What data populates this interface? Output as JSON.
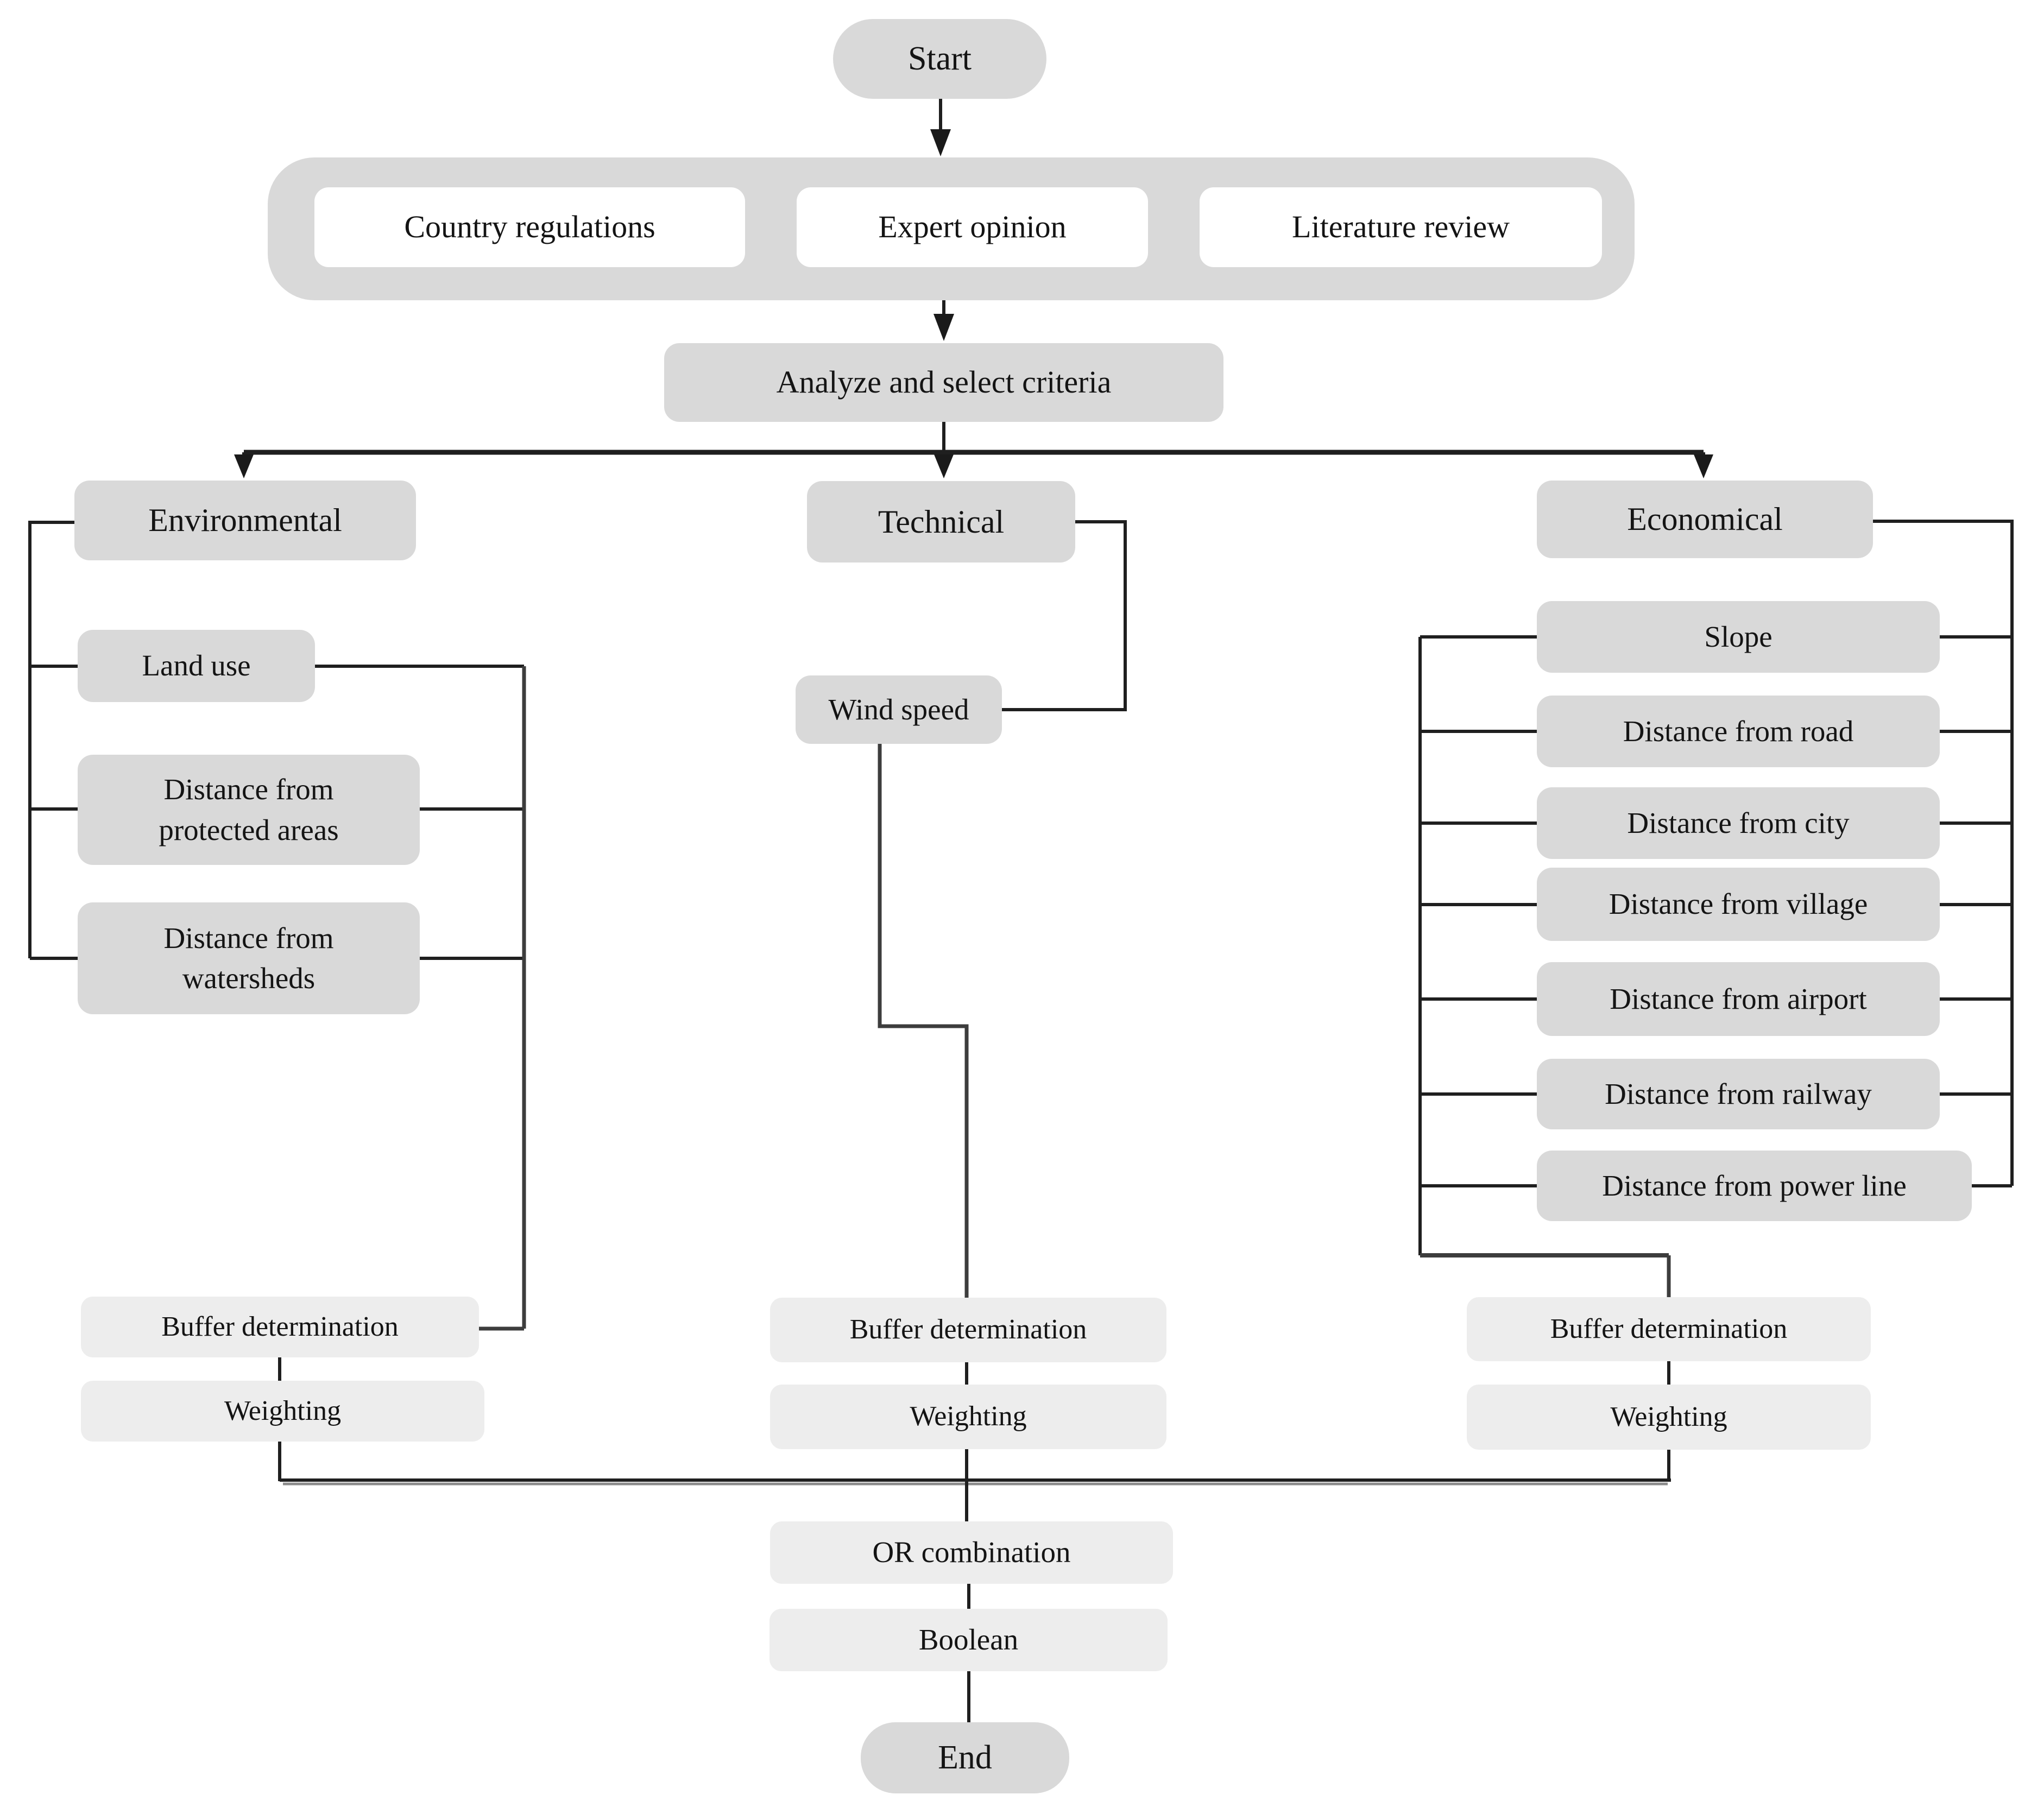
{
  "diagram": {
    "start_label": "Start",
    "sources": [
      "Country regulations",
      "Expert opinion",
      "Literature review"
    ],
    "analyze_label": "Analyze and select criteria",
    "branches": {
      "environmental": {
        "header": "Environmental",
        "items": [
          "Land use",
          "Distance from protected areas",
          "Distance from watersheds"
        ],
        "buffer_label": "Buffer determination",
        "weighting_label": "Weighting"
      },
      "technical": {
        "header": "Technical",
        "items": [
          "Wind speed"
        ],
        "buffer_label": "Buffer determination",
        "weighting_label": "Weighting"
      },
      "economical": {
        "header": "Economical",
        "items": [
          "Slope",
          "Distance from road",
          "Distance from city",
          "Distance from village",
          "Distance from airport",
          "Distance from railway",
          "Distance from power line"
        ],
        "buffer_label": "Buffer determination",
        "weighting_label": "Weighting"
      }
    },
    "combination_label": "OR combination",
    "boolean_label": "Boolean",
    "end_label": "End",
    "colors": {
      "node_fill": "#d9d9d9",
      "process_fill": "#ededed",
      "source_fill": "#ffffff",
      "line": "#1f1f1f",
      "text": "#141414",
      "background": "#ffffff"
    }
  }
}
